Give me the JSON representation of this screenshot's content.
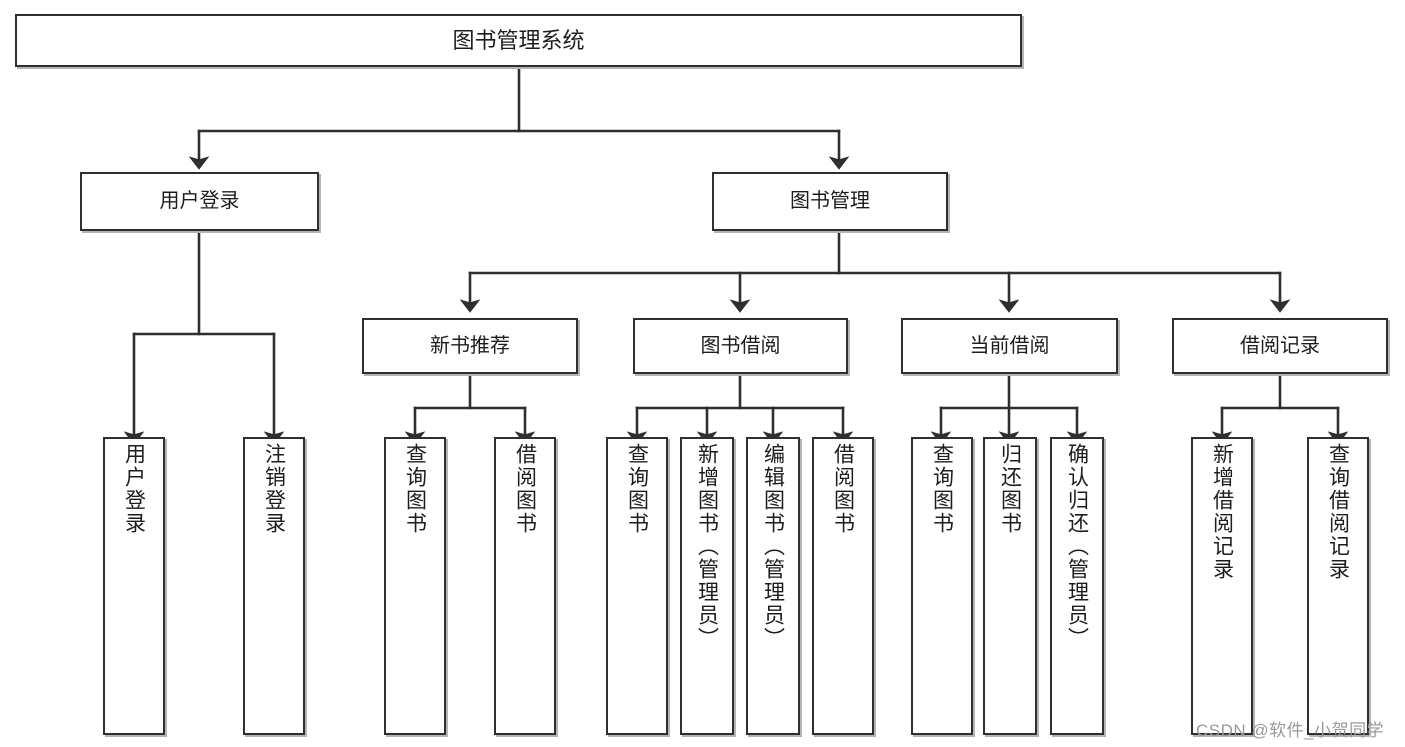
{
  "diagram": {
    "title": "图书管理系统",
    "type": "tree-hierarchy-diagram",
    "root": {
      "label": "图书管理系统"
    },
    "level2": [
      {
        "label": "用户登录"
      },
      {
        "label": "图书管理"
      }
    ],
    "level3": [
      {
        "label": "新书推荐"
      },
      {
        "label": "图书借阅"
      },
      {
        "label": "当前借阅"
      },
      {
        "label": "借阅记录"
      }
    ],
    "leaves": {
      "user_login": [
        {
          "label": "用户登录"
        },
        {
          "label": "注销登录"
        }
      ],
      "new_book_recommend": [
        {
          "label": "查询图书"
        },
        {
          "label": "借阅图书"
        }
      ],
      "book_borrow": [
        {
          "label": "查询图书"
        },
        {
          "label": "新增图书（管理员）"
        },
        {
          "label": "编辑图书（管理员）"
        },
        {
          "label": "借阅图书"
        }
      ],
      "current_borrow": [
        {
          "label": "查询图书"
        },
        {
          "label": "归还图书"
        },
        {
          "label": "确认归还（管理员）"
        }
      ],
      "borrow_record": [
        {
          "label": "新增借阅记录"
        },
        {
          "label": "查询借阅记录"
        }
      ]
    }
  },
  "watermark": {
    "text": "CSDN @软件_小贺同学"
  },
  "colors": {
    "border": "#2f2f2f",
    "shadow": "#b4b4b4",
    "background": "#ffffff",
    "text": "#1d1d1d",
    "watermark": "#9a9a9a"
  }
}
